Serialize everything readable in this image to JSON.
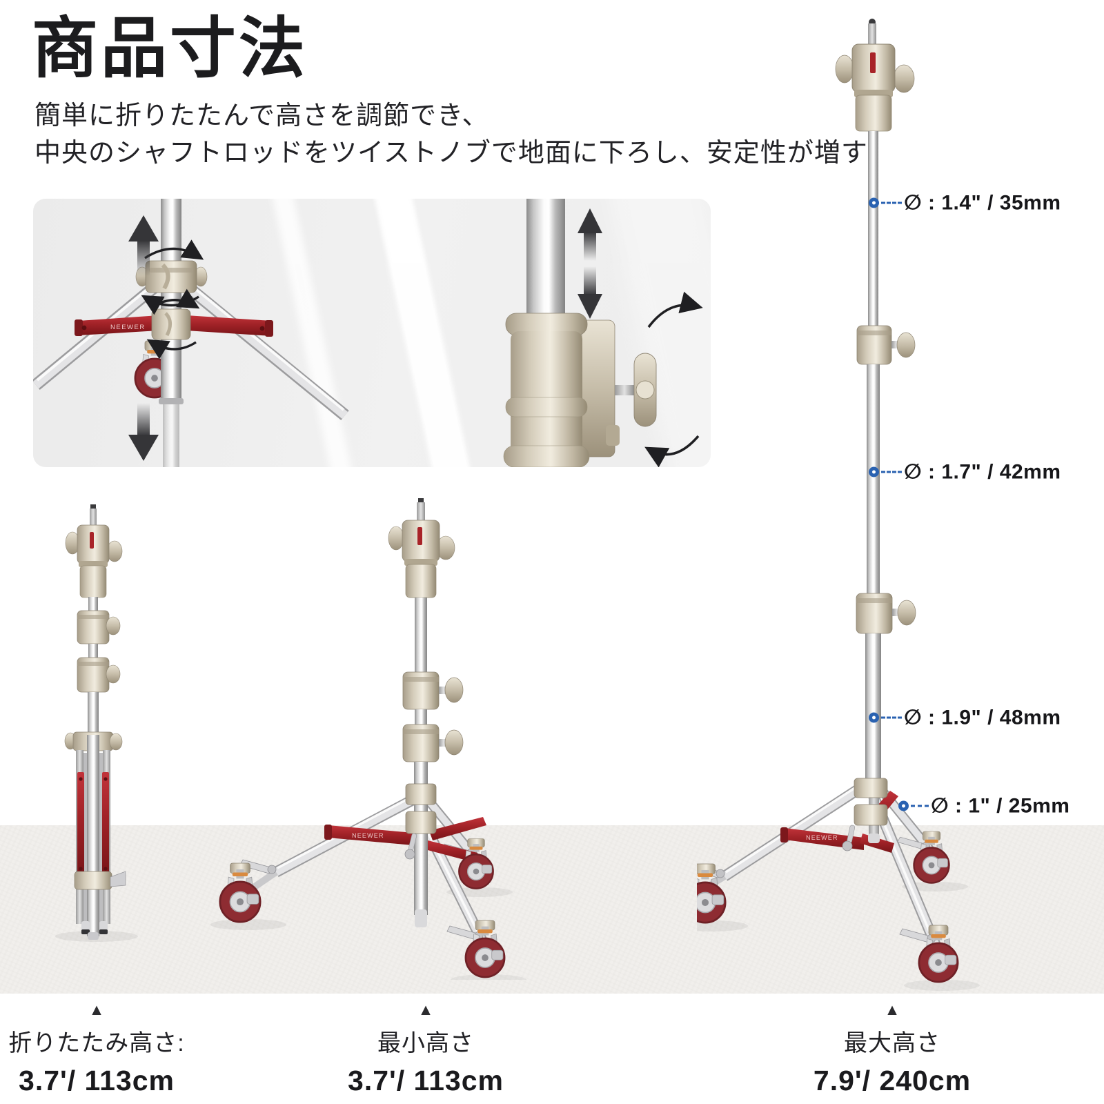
{
  "header": {
    "title": "商品寸法",
    "subtitle_line1": "簡単に折りたたんで高さを調節でき、",
    "subtitle_line2": "中央のシャフトロッドをツイストノブで地面に下ろし、安定性が増す"
  },
  "brand": {
    "name": "NEEWER"
  },
  "callouts": [
    {
      "id": "diameter-35mm",
      "label": "∅ : 1.4\" / 35mm"
    },
    {
      "id": "diameter-42mm",
      "label": "∅ : 1.7\" / 42mm"
    },
    {
      "id": "diameter-48mm",
      "label": "∅ : 1.9\" / 48mm"
    },
    {
      "id": "diameter-25mm",
      "label": "∅ : 1\" / 25mm"
    }
  ],
  "measurements": [
    {
      "marker": "▲",
      "label": "折りたたみ高さ:",
      "value": "3.7'/ 113cm"
    },
    {
      "marker": "▲",
      "label": "最小高さ",
      "value": "3.7'/ 113cm"
    },
    {
      "marker": "▲",
      "label": "最大高さ",
      "value": "7.9'/ 240cm"
    }
  ],
  "colors": {
    "accent_blue": "#2a62b1",
    "brand_red": "#a02227",
    "text_dark": "#1d1d1f",
    "floor": "#f1efec",
    "panel_grey": "#ededee"
  }
}
